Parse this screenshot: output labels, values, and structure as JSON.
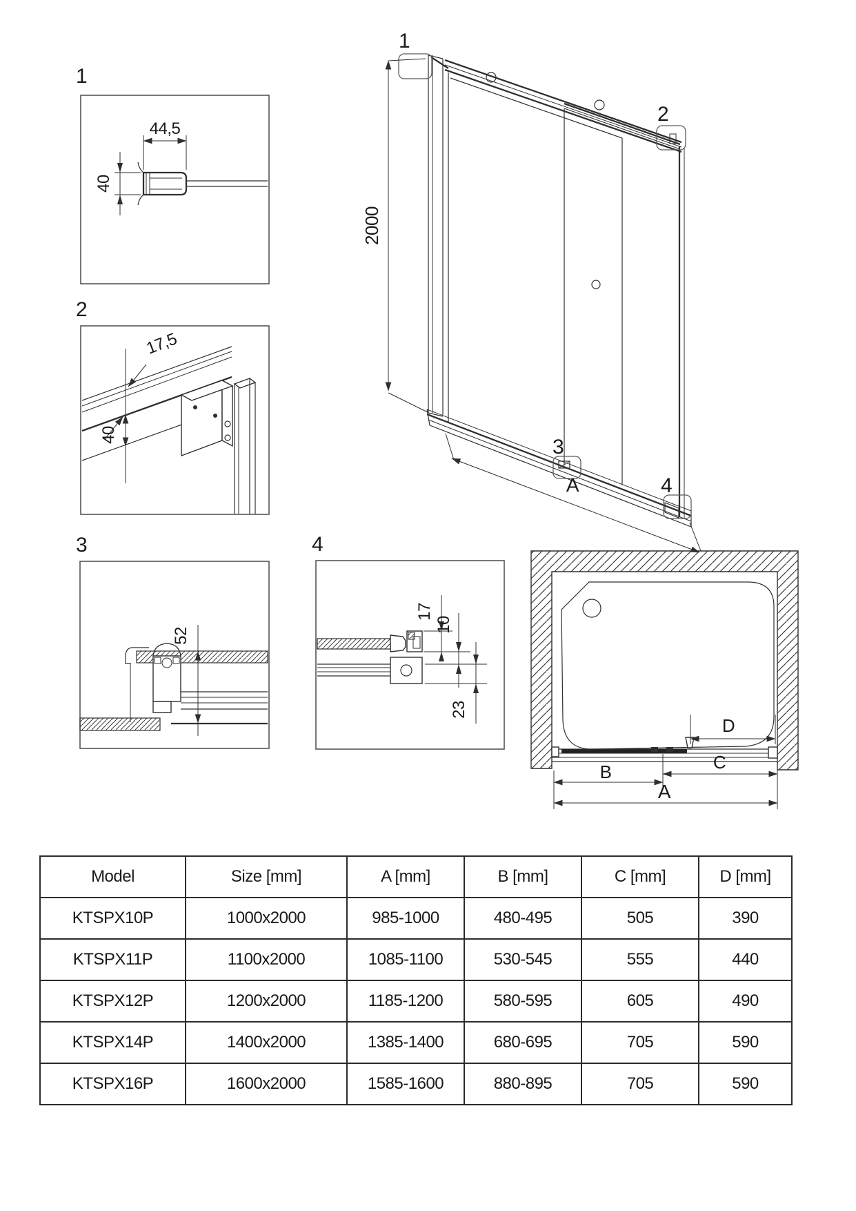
{
  "colors": {
    "line": "#2f2f2f",
    "text": "#1a1a1a",
    "background": "#ffffff"
  },
  "details": [
    {
      "label": "1",
      "dim_width": "44,5",
      "dim_height": "40"
    },
    {
      "label": "2",
      "dim_offset": "17,5",
      "dim_height": "40"
    },
    {
      "label": "3",
      "dim_height": "52"
    },
    {
      "label": "4",
      "dim_top": "17",
      "dim_mid": "10",
      "dim_bottom": "23"
    }
  ],
  "main_view": {
    "callout_1": "1",
    "callout_2": "2",
    "callout_3": "3",
    "callout_4": "4",
    "dim_height": "2000",
    "dim_width_label": "A"
  },
  "plan_view": {
    "dim_d": "D",
    "dim_b": "B",
    "dim_c": "C",
    "dim_a": "A"
  },
  "table": {
    "headers": [
      "Model",
      "Size [mm]",
      "A [mm]",
      "B [mm]",
      "C [mm]",
      "D [mm]"
    ],
    "rows": [
      [
        "KTSPX10P",
        "1000x2000",
        "985-1000",
        "480-495",
        "505",
        "390"
      ],
      [
        "KTSPX11P",
        "1100x2000",
        "1085-1100",
        "530-545",
        "555",
        "440"
      ],
      [
        "KTSPX12P",
        "1200x2000",
        "1185-1200",
        "580-595",
        "605",
        "490"
      ],
      [
        "KTSPX14P",
        "1400x2000",
        "1385-1400",
        "680-695",
        "705",
        "590"
      ],
      [
        "KTSPX16P",
        "1600x2000",
        "1585-1600",
        "880-895",
        "705",
        "590"
      ]
    ]
  }
}
